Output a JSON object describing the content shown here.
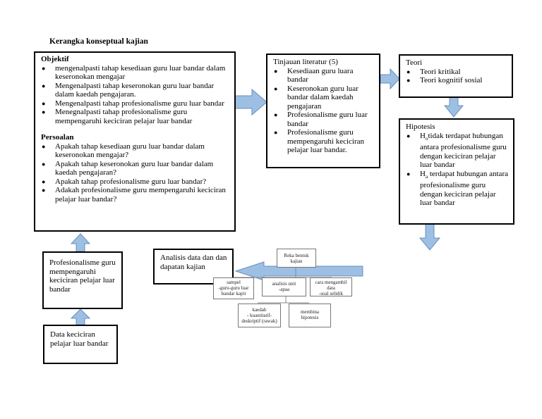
{
  "page_title": "Kerangka konseptual kajian",
  "objektif": {
    "title": "Objektif",
    "items": [
      "mengenalpasti tahap kesediaan guru luar bandar dalam  keseronokan  mengajar",
      "Mengenalpasti tahap keseronokan guru luar bandar dalam  kaedah  pengajaran.",
      "Mengenalpasti tahap profesionalisme guru luar bandar",
      "Menegnalpasti tahap profesionalisme guru mempengaruhi keciciran pelajar luar bandar"
    ],
    "persoalan_title": "Persoalan",
    "persoalan": [
      "Apakah tahap kesediaan guru luar bandar dalam keseronokan mengajar?",
      "Apakah tahap keseronokan guru luar bandar dalam kaedah pengajaran?",
      "Apakah tahap profesionalisme guru luar bandar?",
      "Adakah profesionalisme guru mempengaruhi keciciran pelajar luar bandar?"
    ]
  },
  "tinjauan": {
    "title": "Tinjauan literatur (5)",
    "items": [
      "Kesediaan guru luara bandar",
      "Keseronokan guru luar bandar dalam kaedah pengajaran",
      "Profesionalisme guru luar bandar",
      "Profesionalisme guru mempengaruhi keciciran pelajar luar bandar."
    ]
  },
  "teori": {
    "title": "Teori",
    "items": [
      "Teori kritikal",
      "Teori kognitif sosial"
    ]
  },
  "hipotesis": {
    "title": "Hipotesis",
    "items": [
      {
        "sym": "H",
        "sub": "o",
        "text": "tidak terdapat hubungan antara profesionalisme guru dengan keciciran pelajar luar bandar"
      },
      {
        "sym": "H",
        "sub": "a",
        "text": " terdapat hubungan antara profesionalisme guru dengan keciciran pelajar luar bandar"
      }
    ]
  },
  "profesionalisme_box": "Profesionalisme guru mempengaruhi keciciran pelajar luar bandar",
  "data_box": "Data keciciran pelajar luar bandar",
  "analisis_box": "Analisis data dan dan dapatan kajian",
  "reka_bentuk": {
    "title": "Reka bentuk kajian",
    "sampel": [
      "sampel",
      "-guru-guru luar",
      "bandar kapit"
    ],
    "analisis": [
      "analisis unit",
      "-apaa"
    ],
    "cara": [
      "cara mengambil",
      "data",
      "-soal selidik"
    ],
    "kaedah": [
      "kaedah",
      "- kuantitatif-",
      "deskriptif (rawak)"
    ],
    "membina": [
      "membina",
      "hipotesis"
    ]
  },
  "colors": {
    "arrow_fill": "#9dbfe3",
    "arrow_stroke": "#6a8fba"
  }
}
